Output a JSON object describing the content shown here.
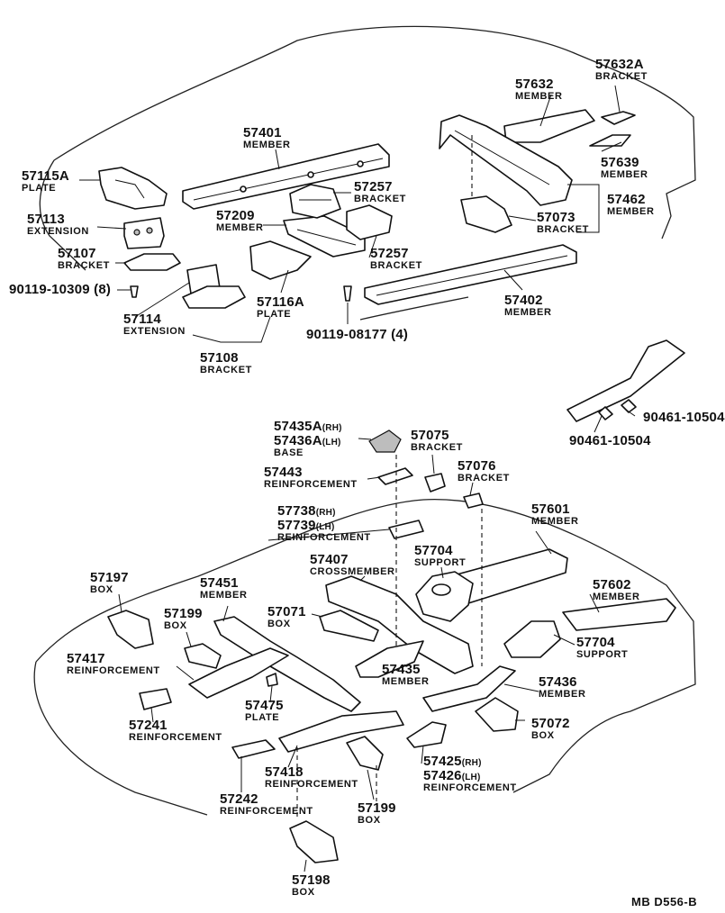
{
  "parts": {
    "p57632A": {
      "num": "57632A",
      "name": "BRACKET"
    },
    "p57632": {
      "num": "57632",
      "name": "MEMBER"
    },
    "p57401": {
      "num": "57401",
      "name": "MEMBER"
    },
    "p57115A": {
      "num": "57115A",
      "name": "PLATE"
    },
    "p57639": {
      "num": "57639",
      "name": "MEMBER"
    },
    "p57257a": {
      "num": "57257",
      "name": "BRACKET"
    },
    "p57113": {
      "num": "57113",
      "name": "EXTENSION"
    },
    "p57462": {
      "num": "57462",
      "name": "MEMBER"
    },
    "p57209": {
      "num": "57209",
      "name": "MEMBER"
    },
    "p57073": {
      "num": "57073",
      "name": "BRACKET"
    },
    "p57107": {
      "num": "57107",
      "name": "BRACKET"
    },
    "p57257b": {
      "num": "57257",
      "name": "BRACKET"
    },
    "p90119_10309": {
      "num": "90119-10309 (8)"
    },
    "p57116A": {
      "num": "57116A",
      "name": "PLATE"
    },
    "p57402": {
      "num": "57402",
      "name": "MEMBER"
    },
    "p57114": {
      "num": "57114",
      "name": "EXTENSION"
    },
    "p90119_08177": {
      "num": "90119-08177 (4)"
    },
    "p57108": {
      "num": "57108",
      "name": "BRACKET"
    },
    "p90461_a": {
      "num": "90461-10504"
    },
    "p90461_b": {
      "num": "90461-10504"
    },
    "p57435A": {
      "num": "57435A",
      "tag": "(RH)"
    },
    "p57436A": {
      "num": "57436A",
      "tag": "(LH)",
      "name": "BASE"
    },
    "p57075": {
      "num": "57075",
      "name": "BRACKET"
    },
    "p57443": {
      "num": "57443",
      "name": "REINFORCEMENT"
    },
    "p57076": {
      "num": "57076",
      "name": "BRACKET"
    },
    "p57738": {
      "num": "57738",
      "tag": "(RH)"
    },
    "p57739": {
      "num": "57739",
      "tag": "(LH)",
      "name": "REINFORCEMENT"
    },
    "p57601": {
      "num": "57601",
      "name": "MEMBER"
    },
    "p57704a": {
      "num": "57704",
      "name": "SUPPORT"
    },
    "p57407": {
      "num": "57407",
      "name": "CROSSMEMBER"
    },
    "p57197": {
      "num": "57197",
      "name": "BOX"
    },
    "p57451": {
      "num": "57451",
      "name": "MEMBER"
    },
    "p57602": {
      "num": "57602",
      "name": "MEMBER"
    },
    "p57071": {
      "num": "57071",
      "name": "BOX"
    },
    "p57199a": {
      "num": "57199",
      "name": "BOX"
    },
    "p57704b": {
      "num": "57704",
      "name": "SUPPORT"
    },
    "p57417": {
      "num": "57417",
      "name": "REINFORCEMENT"
    },
    "p57435": {
      "num": "57435",
      "name": "MEMBER"
    },
    "p57436": {
      "num": "57436",
      "name": "MEMBER"
    },
    "p57475": {
      "num": "57475",
      "name": "PLATE"
    },
    "p57072": {
      "num": "57072",
      "name": "BOX"
    },
    "p57241": {
      "num": "57241",
      "name": "REINFORCEMENT"
    },
    "p57418": {
      "num": "57418",
      "name": "REINFORCEMENT"
    },
    "p57425": {
      "num": "57425",
      "tag": "(RH)"
    },
    "p57426": {
      "num": "57426",
      "tag": "(LH)",
      "name": "REINFORCEMENT"
    },
    "p57242": {
      "num": "57242",
      "name": "REINFORCEMENT"
    },
    "p57199b": {
      "num": "57199",
      "name": "BOX"
    },
    "p57198": {
      "num": "57198",
      "name": "BOX"
    }
  },
  "footer": {
    "code": "MB  D556-B"
  }
}
